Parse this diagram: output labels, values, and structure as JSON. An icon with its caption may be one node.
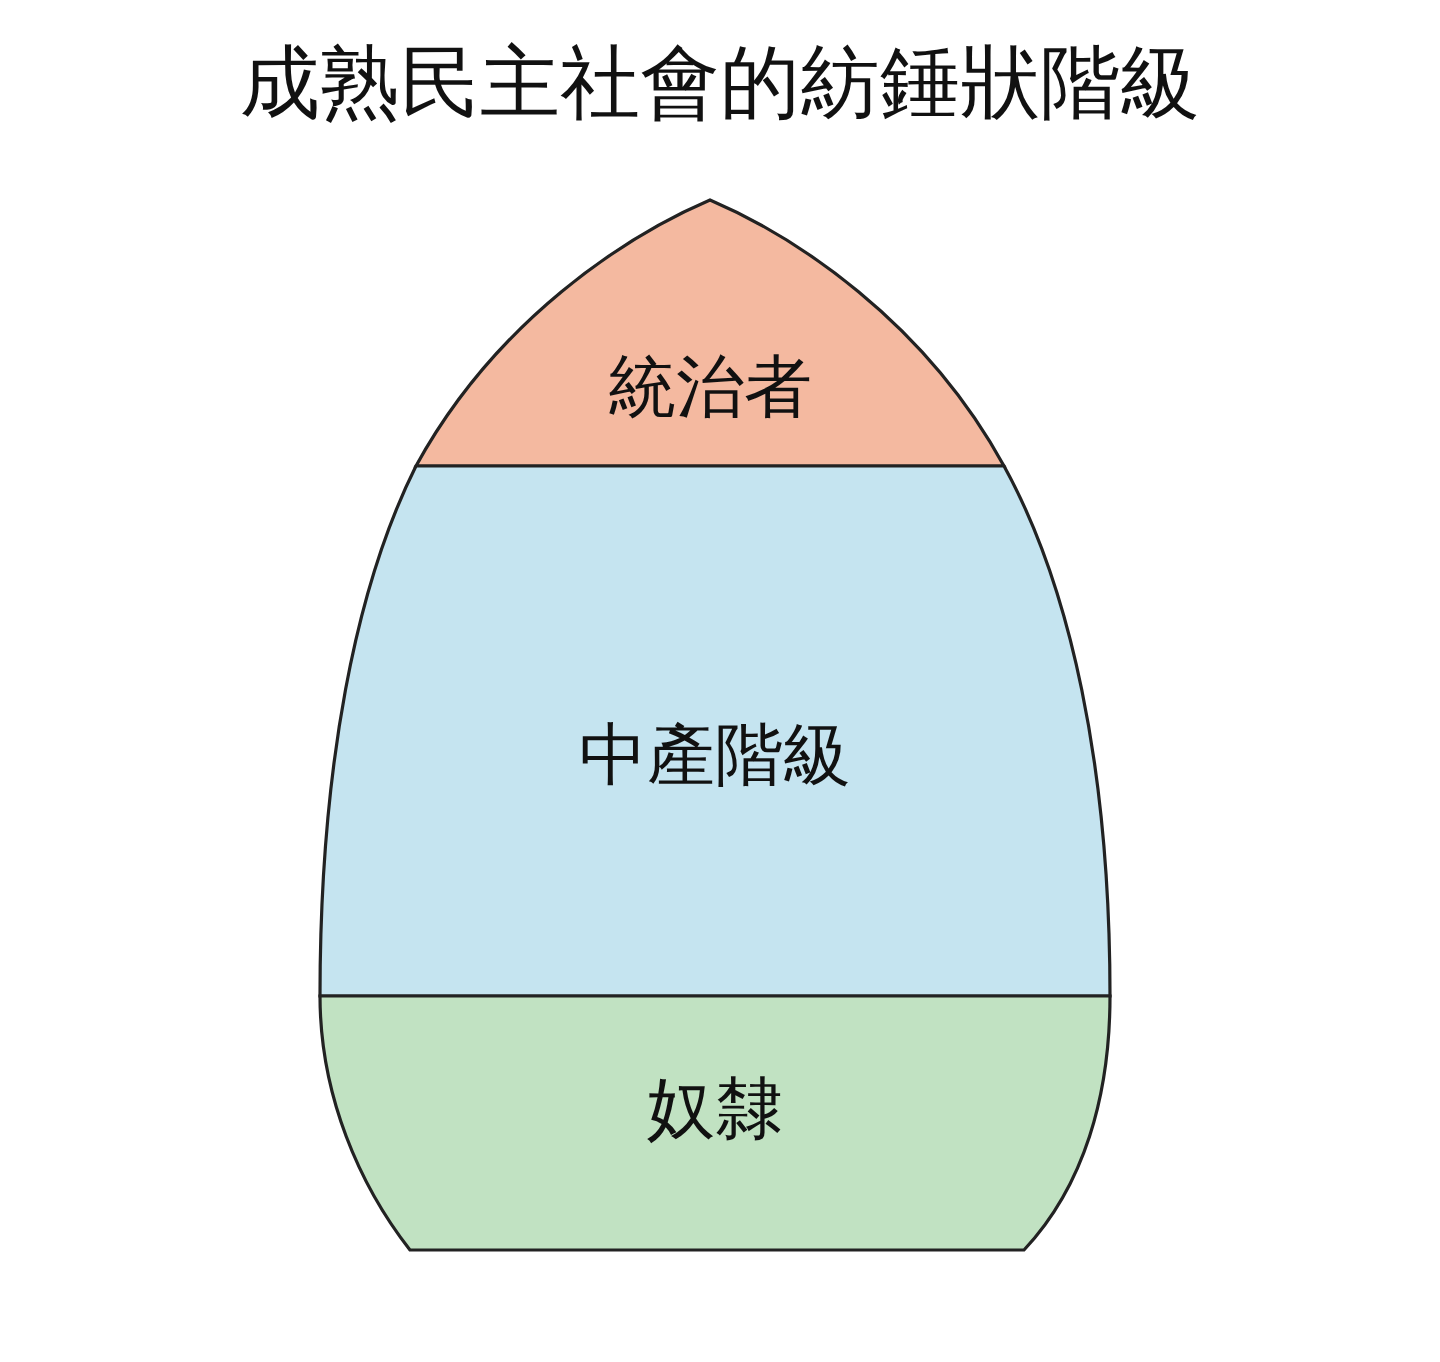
{
  "diagram": {
    "title": "成熟民主社會的紡錘狀階級",
    "nodes": [
      {
        "text": [
          "統治者"
        ]
      },
      {
        "text": [
          "中產階級"
        ]
      },
      {
        "text": [
          "奴隸"
        ]
      }
    ]
  }
}
